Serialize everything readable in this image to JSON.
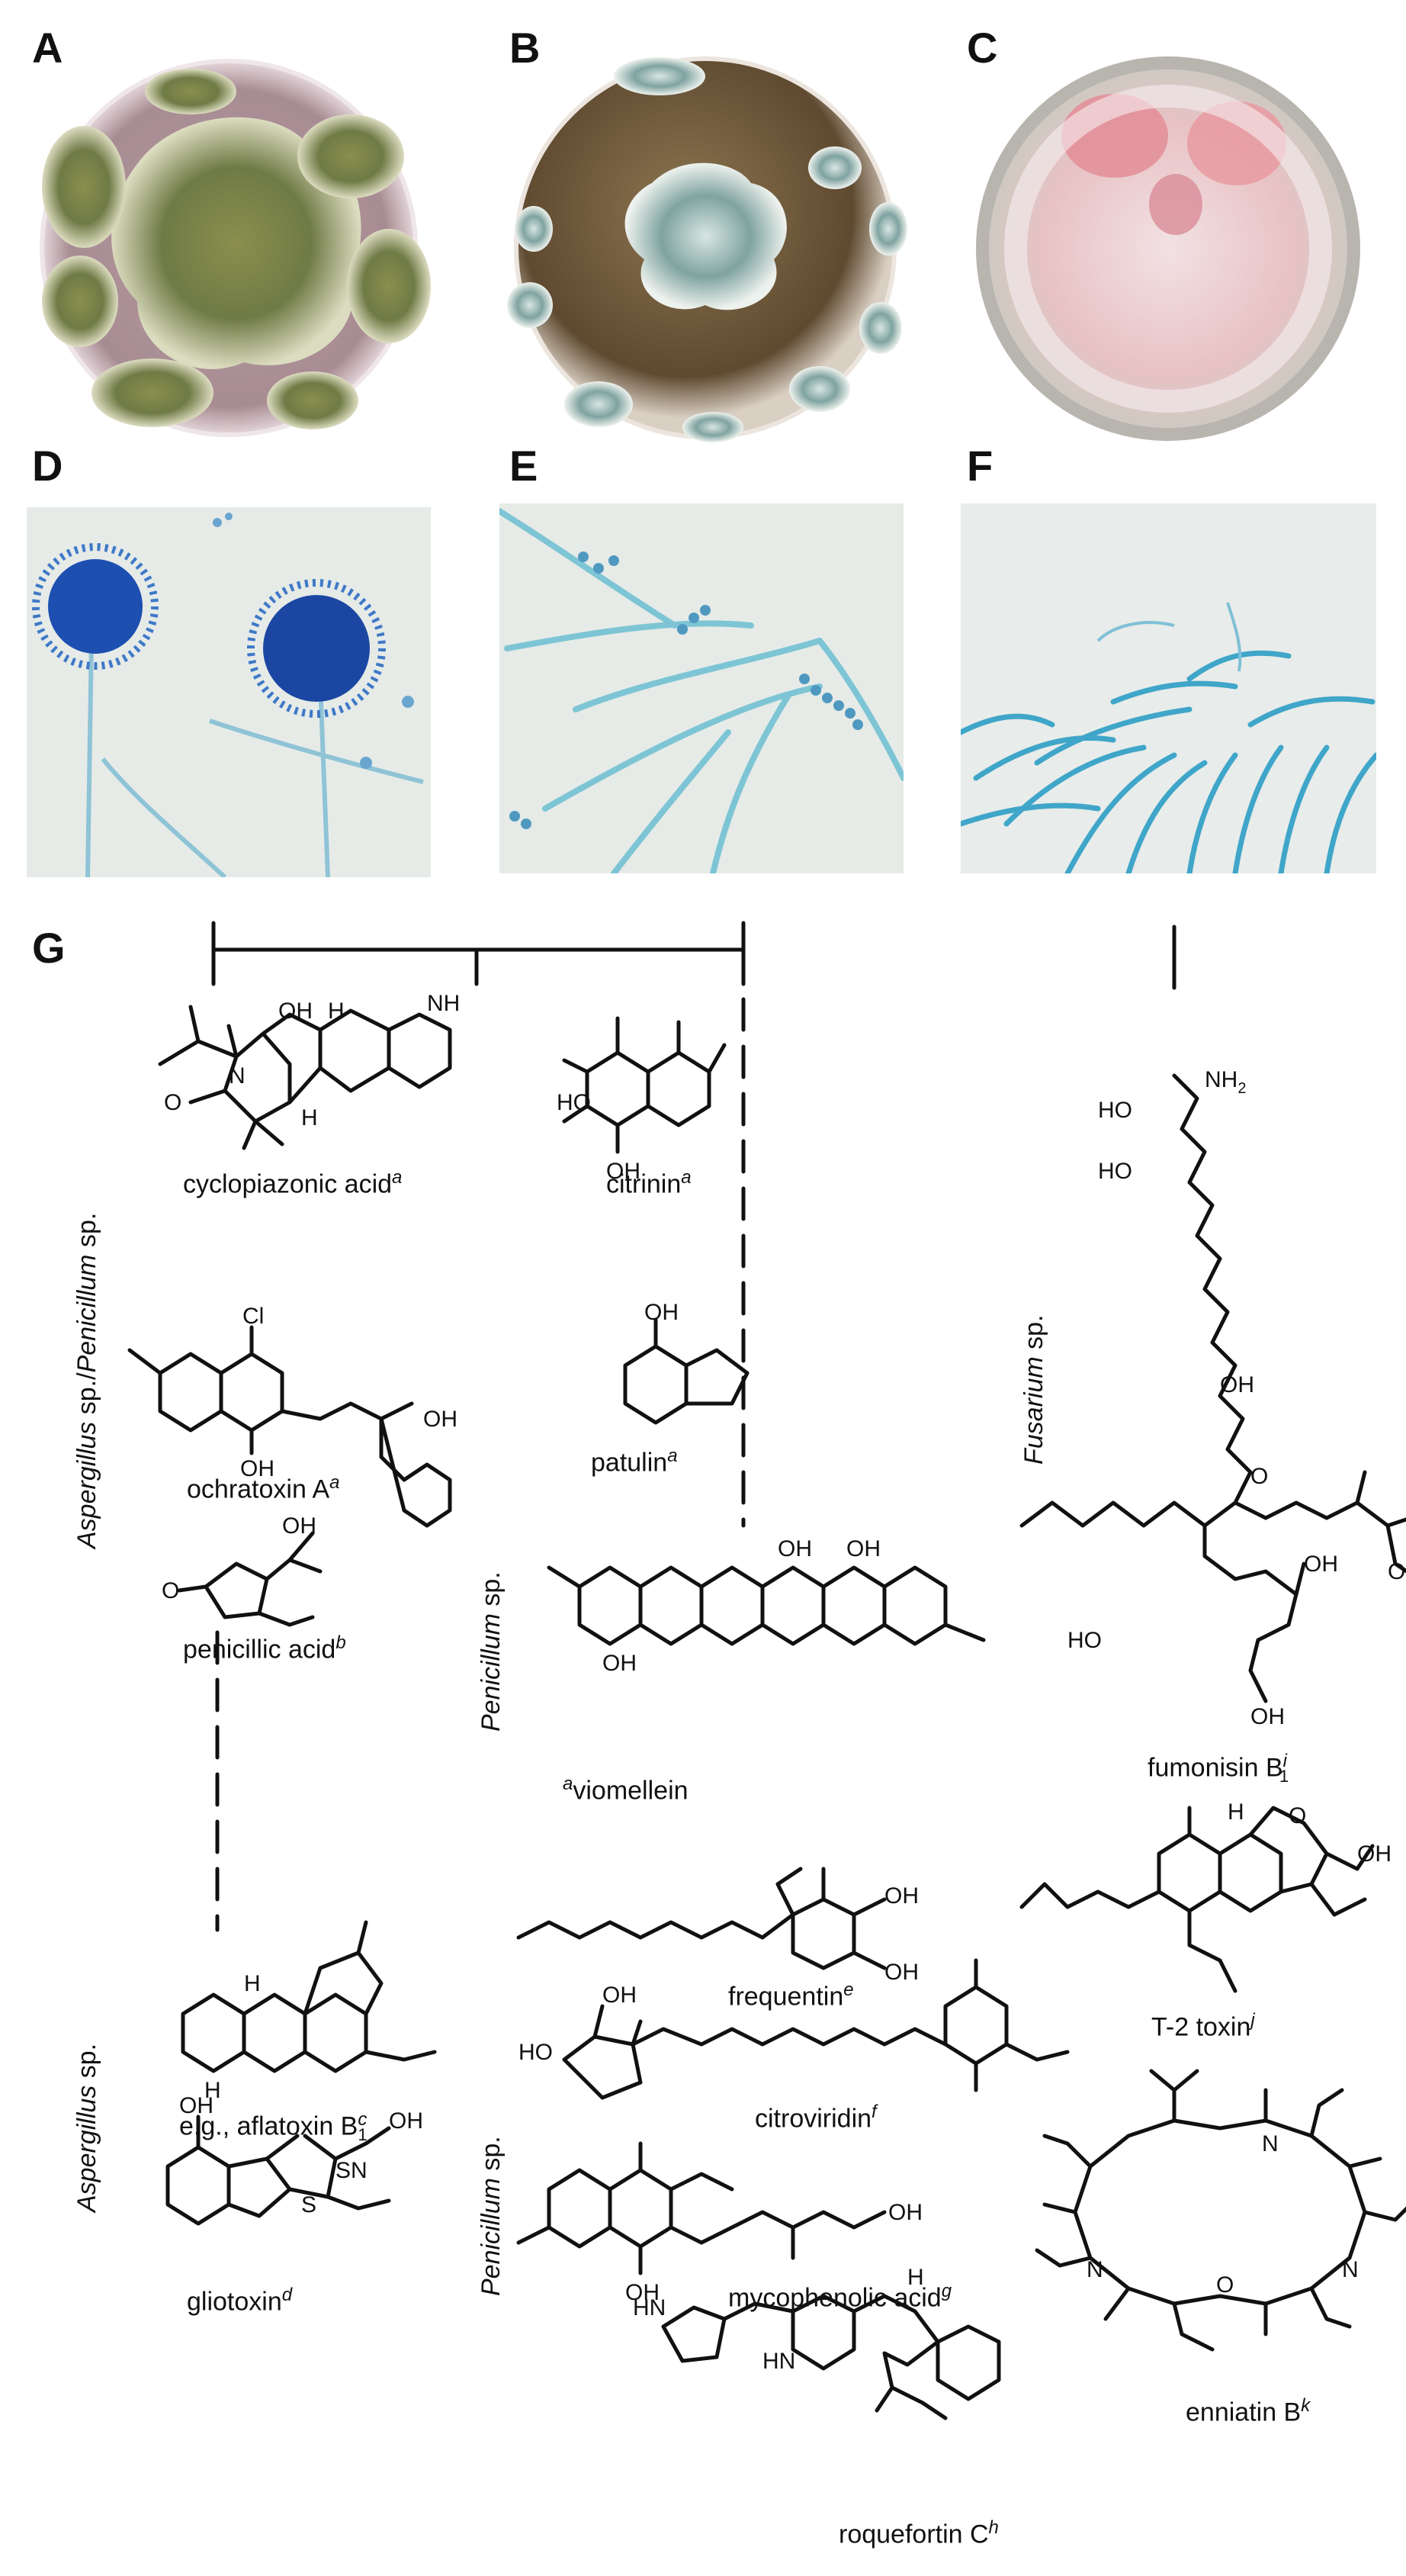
{
  "panels": {
    "a": "A",
    "b": "B",
    "c": "C",
    "d": "D",
    "e": "E",
    "f": "F",
    "g": "G"
  },
  "groups": {
    "asp_pen": {
      "genus1": "Aspergillus",
      "sp1": " sp./",
      "genus2": "Penicillum",
      "sp2": " sp."
    },
    "penicillum_1": {
      "genus": "Penicillum",
      "sp": " sp."
    },
    "penicillum_2": {
      "genus": "Penicillum",
      "sp": " sp."
    },
    "aspergillus": {
      "genus": "Aspergillus",
      "sp": " sp."
    },
    "fusarium": {
      "genus": "Fusarium",
      "sp": " sp."
    }
  },
  "compounds": {
    "cyclopiazonic": {
      "name": "cyclopiazonic acid",
      "ref": "a"
    },
    "citrinin": {
      "name": "citrinin",
      "ref": "a"
    },
    "ochratoxin": {
      "name": "ochratoxin A",
      "ref": "a"
    },
    "patulin": {
      "name": "patulin",
      "ref": "a"
    },
    "penicillic": {
      "name": "penicillic acid",
      "ref": "b"
    },
    "viomellein": {
      "name": "viomellein",
      "ref": "a"
    },
    "aflatoxin": {
      "name": "e.g., aflatoxin B",
      "sub": "1",
      "ref": "c"
    },
    "gliotoxin": {
      "name": "gliotoxin",
      "ref": "d"
    },
    "frequentin": {
      "name": "frequentin",
      "ref": "e"
    },
    "citroviridin": {
      "name": "citroviridin",
      "ref": "f"
    },
    "mycophenolic": {
      "name": "mycophenolic acid",
      "ref": "g"
    },
    "roquefortin": {
      "name": "roquefortin C",
      "ref": "h"
    },
    "fumonisin": {
      "name": "fumonisin B",
      "sub": "1",
      "ref": "i"
    },
    "t2": {
      "name": "T-2 toxin",
      "ref": "j"
    },
    "enniatin": {
      "name": "enniatin B",
      "ref": "k"
    }
  },
  "atoms": {
    "oh": "OH",
    "ho": "HO",
    "h": "H",
    "nh": "NH",
    "nh2": "NH",
    "nh2_sub": "2",
    "cl": "Cl",
    "n": "N",
    "o": "O",
    "s": "S",
    "sn": "SN",
    "hn": "HN"
  },
  "colors": {
    "colony_green": "#6f7a45",
    "colony_blue_green": "#7fa3a0",
    "colony_pink": "#e8c2c4",
    "stain_blue": "#2a74c6",
    "micro_bg": "#e6ebe8"
  }
}
